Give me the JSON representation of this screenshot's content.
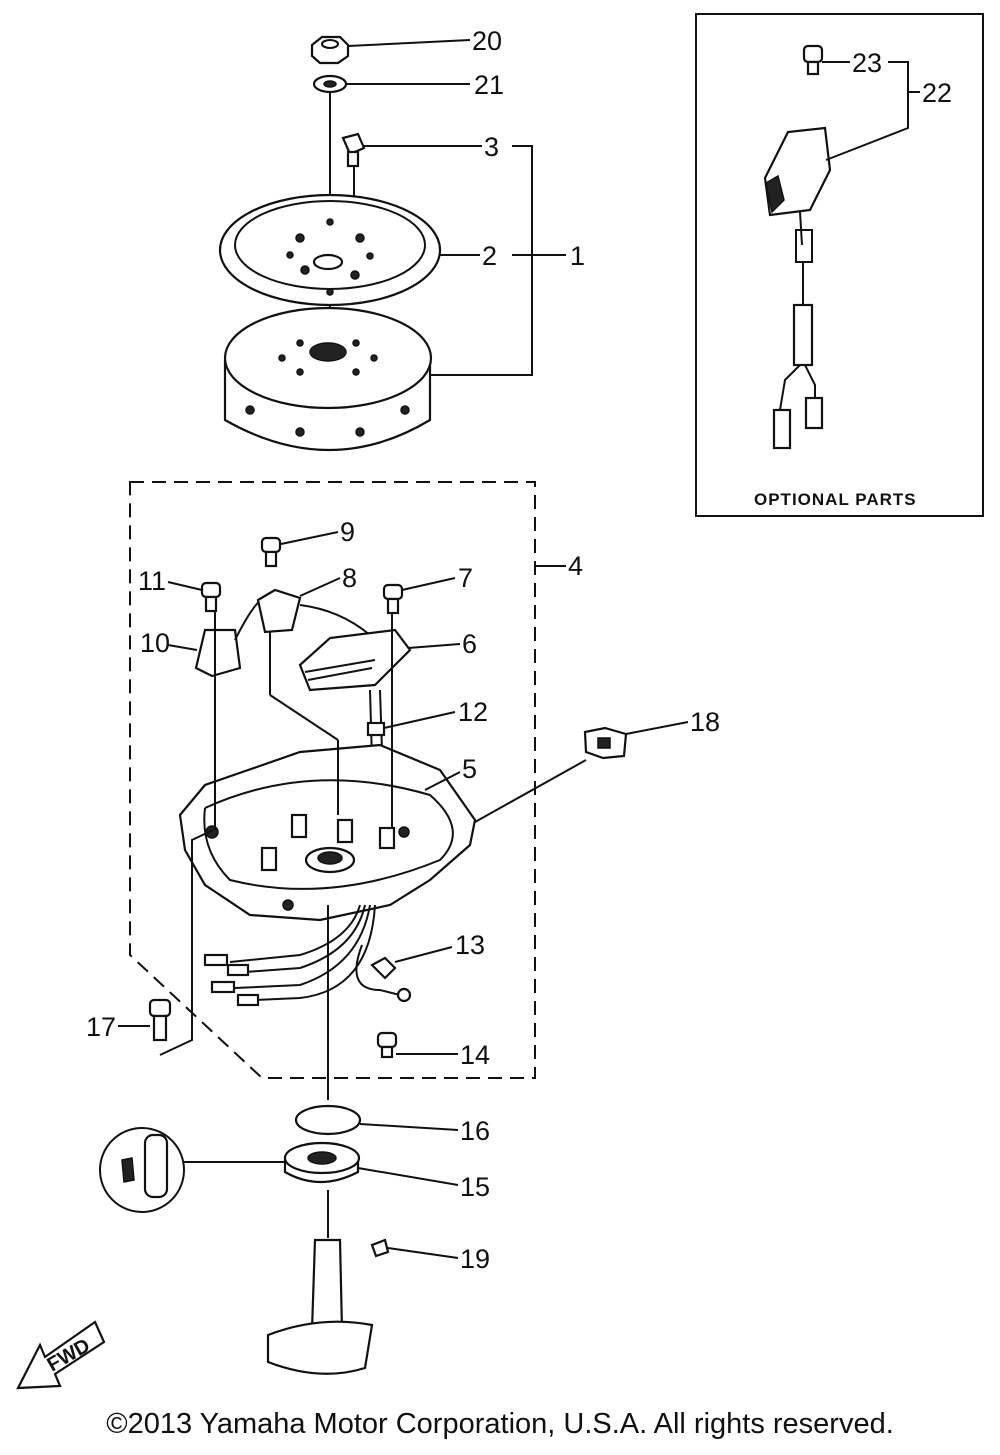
{
  "diagram": {
    "callouts": [
      "1",
      "2",
      "3",
      "4",
      "5",
      "6",
      "7",
      "8",
      "9",
      "10",
      "11",
      "12",
      "13",
      "14",
      "15",
      "16",
      "17",
      "18",
      "19",
      "20",
      "21",
      "22",
      "23"
    ],
    "optional_parts_label": "OPTIONAL PARTS",
    "fwd_label": "FWD"
  },
  "footer": {
    "copyright": "©2013 Yamaha Motor Corporation, U.S.A. All rights reserved."
  }
}
